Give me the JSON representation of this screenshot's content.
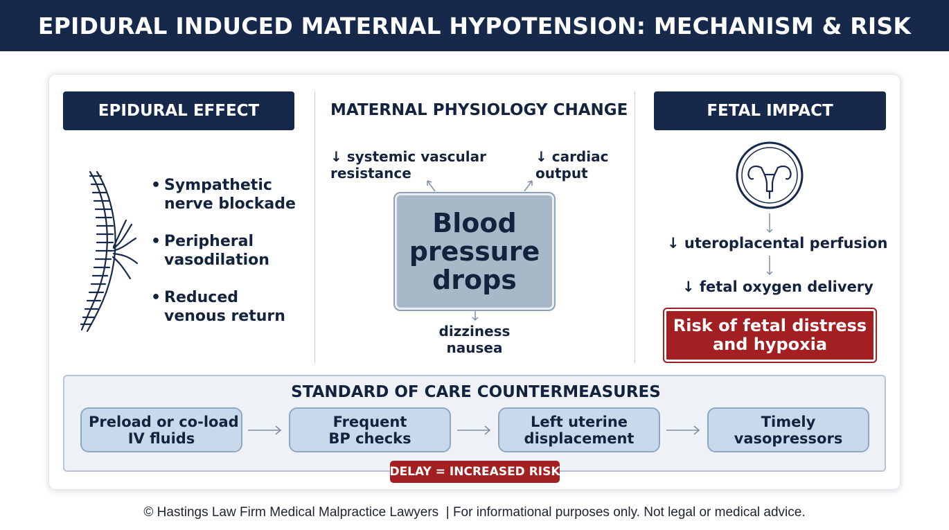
{
  "header": {
    "title": "EPIDURAL INDUCED MATERNAL HYPOTENSION: MECHANISM & RISK"
  },
  "epidural": {
    "heading": "EPIDURAL EFFECT",
    "bullets": [
      "Sympathetic nerve blockade",
      "Peripheral vasodilation",
      "Reduced venous return"
    ]
  },
  "physiology": {
    "heading": "MATERNAL PHYSIOLOGY CHANGE",
    "svr": "↓ systemic vascular\nresistance",
    "cardiac": "↓ cardiac\noutput",
    "center": "Blood\npressure\ndrops",
    "symptoms": "dizziness\nnausea"
  },
  "fetal": {
    "heading": "FETAL IMPACT",
    "perfusion": "↓ uteroplacental perfusion",
    "oxygen": "↓ fetal oxygen delivery",
    "risk": "Risk of fetal distress\nand hypoxia"
  },
  "care": {
    "heading": "STANDARD OF CARE COUNTERMEASURES",
    "steps": [
      "Preload or co-load\nIV fluids",
      "Frequent\nBP checks",
      "Left uterine\ndisplacement",
      "Timely\nvasopressors"
    ],
    "delay": "DELAY = INCREASED RISK"
  },
  "footer": "© Hastings Law Firm Medical Malpractice Lawyers  | For informational purposes only. Not legal or medical advice.",
  "colors": {
    "navy": "#16294a",
    "danger": "#a41f22",
    "panel": "#eef2f7",
    "step": "#c9d9ec",
    "bp_box": "#a9b8c9"
  }
}
